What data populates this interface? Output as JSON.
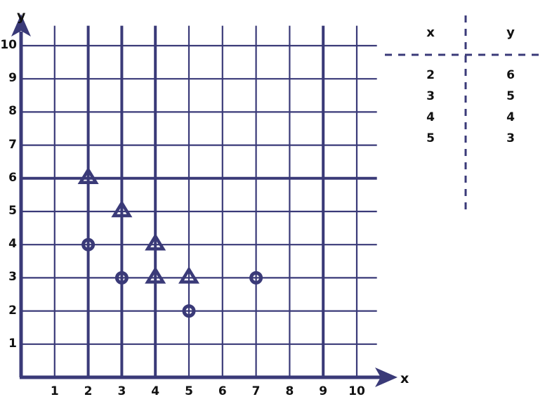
{
  "chart_data": {
    "type": "scatter",
    "title": "",
    "xlabel": "x",
    "ylabel": "y",
    "xlim": [
      0,
      10
    ],
    "ylim": [
      0,
      10
    ],
    "grid": true,
    "xticks": [
      1,
      2,
      3,
      4,
      5,
      6,
      7,
      8,
      9,
      10
    ],
    "yticks": [
      1,
      2,
      3,
      4,
      5,
      6,
      7,
      8,
      9,
      10
    ],
    "legend": "none",
    "accent_color": "#3a3a78",
    "label_color": "#111111",
    "series": [
      {
        "name": "triangle-markers",
        "marker": "triangle",
        "points": [
          {
            "x": 2,
            "y": 6
          },
          {
            "x": 3,
            "y": 5
          },
          {
            "x": 4,
            "y": 4
          },
          {
            "x": 4,
            "y": 3
          },
          {
            "x": 5,
            "y": 3
          }
        ]
      },
      {
        "name": "circle-markers",
        "marker": "circle",
        "points": [
          {
            "x": 2,
            "y": 4
          },
          {
            "x": 3,
            "y": 3
          },
          {
            "x": 5,
            "y": 2
          },
          {
            "x": 7,
            "y": 3
          }
        ]
      }
    ],
    "emphasized_gridlines": {
      "vertical": [
        2,
        3,
        4,
        9
      ],
      "horizontal": [
        6
      ]
    }
  },
  "table": {
    "headers": [
      "x",
      "y"
    ],
    "rows": [
      [
        "2",
        "6"
      ],
      [
        "3",
        "5"
      ],
      [
        "4",
        "4"
      ],
      [
        "5",
        "3"
      ]
    ]
  },
  "axes": {
    "x_letter": "x",
    "y_letter": "y",
    "x_tick_labels": [
      "1",
      "2",
      "3",
      "4",
      "5",
      "6",
      "7",
      "8",
      "9",
      "10"
    ],
    "y_tick_labels": [
      "1",
      "2",
      "3",
      "4",
      "5",
      "6",
      "7",
      "8",
      "9",
      "10"
    ]
  }
}
